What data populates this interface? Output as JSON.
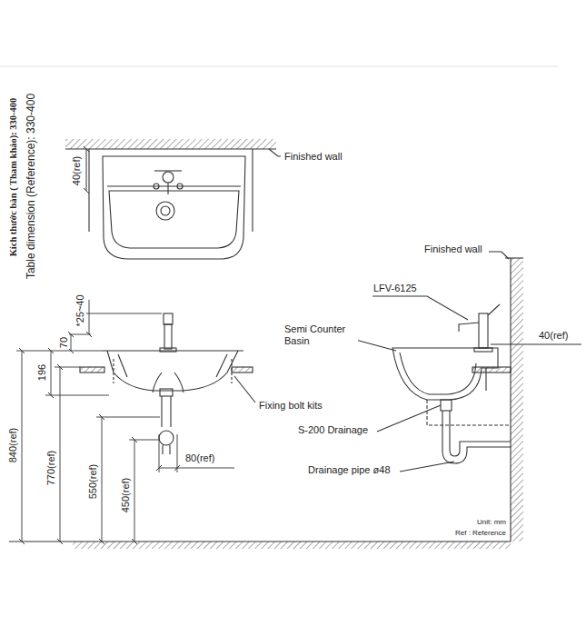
{
  "diagram": {
    "labels": [
      "Kích thước bàn ( Tham khảo): 330-400",
      "Table dimension (Reference): 330-400",
      "Finished wall",
      "40(ref)",
      "70",
      "*25~40",
      "196",
      "Fixing bolt kits",
      "840(ref)",
      "770(ref)",
      "550(ref)",
      "450(ref)",
      "80(ref)",
      "Finished wall",
      "LFV-6125",
      "Semi Counter Basin",
      "40(ref)",
      "S-200 Drainage",
      "Drainage pipe ø48",
      "Unit: mm",
      "Ref : Reference"
    ]
  }
}
